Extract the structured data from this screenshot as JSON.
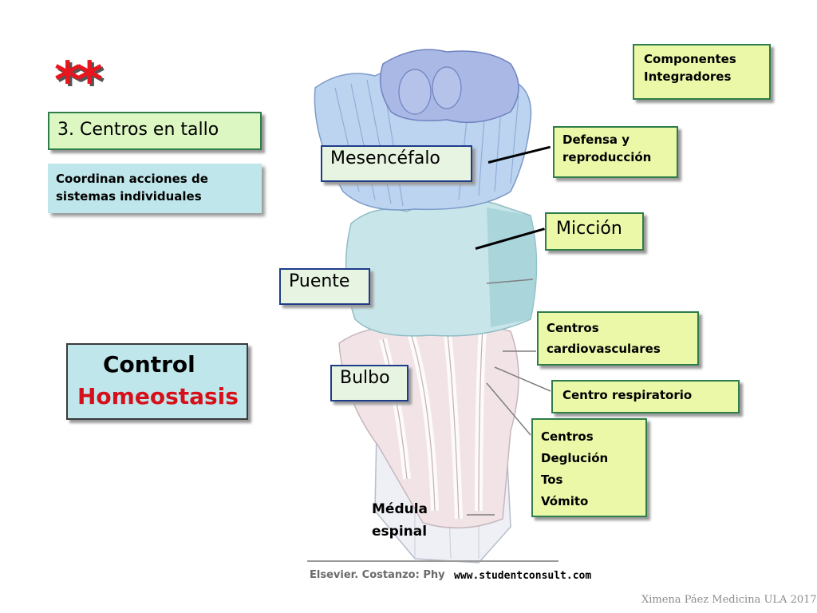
{
  "stars": "**",
  "section_title": "3. Centros en tallo",
  "subtitle": "Coordinan acciones de sistemas individuales",
  "control_box": {
    "line1": "Control",
    "line2": "Homeostasis"
  },
  "components_box": {
    "line1": "Componentes",
    "line2": "Integradores"
  },
  "structures": {
    "mesencefalo": "Mesencéfalo",
    "puente": "Puente",
    "bulbo": "Bulbo",
    "medula_line1": "Médula",
    "medula_line2": "espinal"
  },
  "functions": {
    "defensa_line1": "Defensa y",
    "defensa_line2": "reproducción",
    "miccion": "Micción",
    "cardio_line1": "Centros",
    "cardio_line2": "cardiovasculares",
    "respiratorio": "Centro respiratorio",
    "deglucion_lines": [
      "Centros",
      "Deglución",
      "Tos",
      "Vómito"
    ]
  },
  "source_credit": "Elsevier. Costanzo: Phy",
  "website": "www.studentconsult.com",
  "footer_credit": "Ximena Páez Medicina ULA 2017",
  "colors": {
    "star_red": "#e8141e",
    "homeostasis_red": "#d6101a",
    "function_box_bg": "#eaf8a8",
    "structure_box_bg": "#e7f4e1",
    "cyan_box_bg": "#bfe6ea"
  }
}
